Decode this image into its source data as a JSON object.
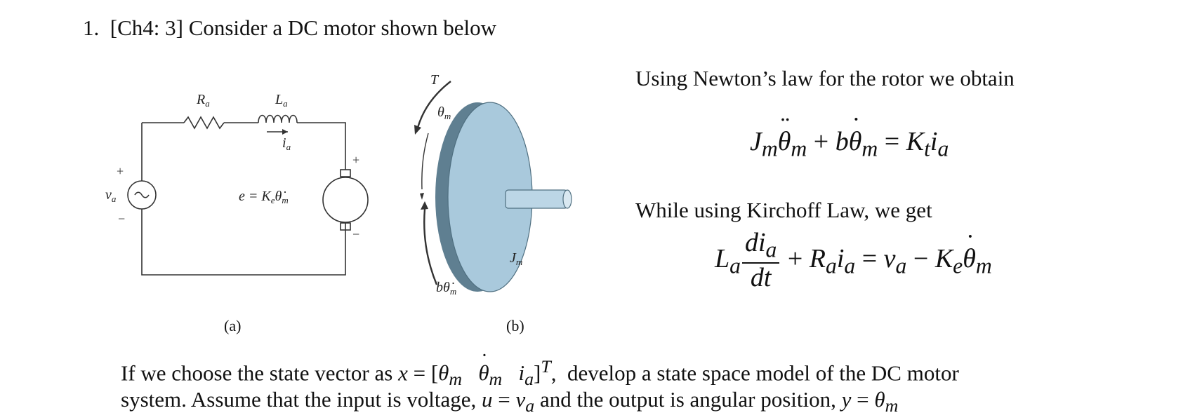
{
  "problem": {
    "number": "1.",
    "tag": "[Ch4: 3]",
    "title": "Consider a DC motor shown below"
  },
  "figure": {
    "caption_a": "(a)",
    "caption_b": "(b)",
    "circuit_labels": {
      "resistor": "Ra",
      "inductor": "La",
      "current": "ia",
      "source": "va",
      "back_emf": "e = Keθ̇m",
      "plus": "+",
      "minus": "−"
    },
    "rotor_labels": {
      "torque": "T",
      "angle": "θm",
      "damping": "bθ̇m",
      "inertia": "Jm"
    },
    "colors": {
      "disk_face": "#a9c9dc",
      "disk_rim": "#5f7f91",
      "line": "#333333"
    }
  },
  "newton_text": "Using Newton’s law for the rotor we obtain",
  "newton_eq": "Jmθ̈m + bθ̇m = Ktia",
  "kirchoff_text": "While using Kirchoff Law, we get",
  "kirchoff_eq": "La dia/dt + Raia = va − Keθ̇m",
  "question": {
    "line1": "If we choose the state vector as x = [θm θ̇m ia]ᵀ, develop a state space model of the DC motor",
    "line2": "system. Assume that the input is voltage, u = va and the output is angular position, y = θm"
  }
}
